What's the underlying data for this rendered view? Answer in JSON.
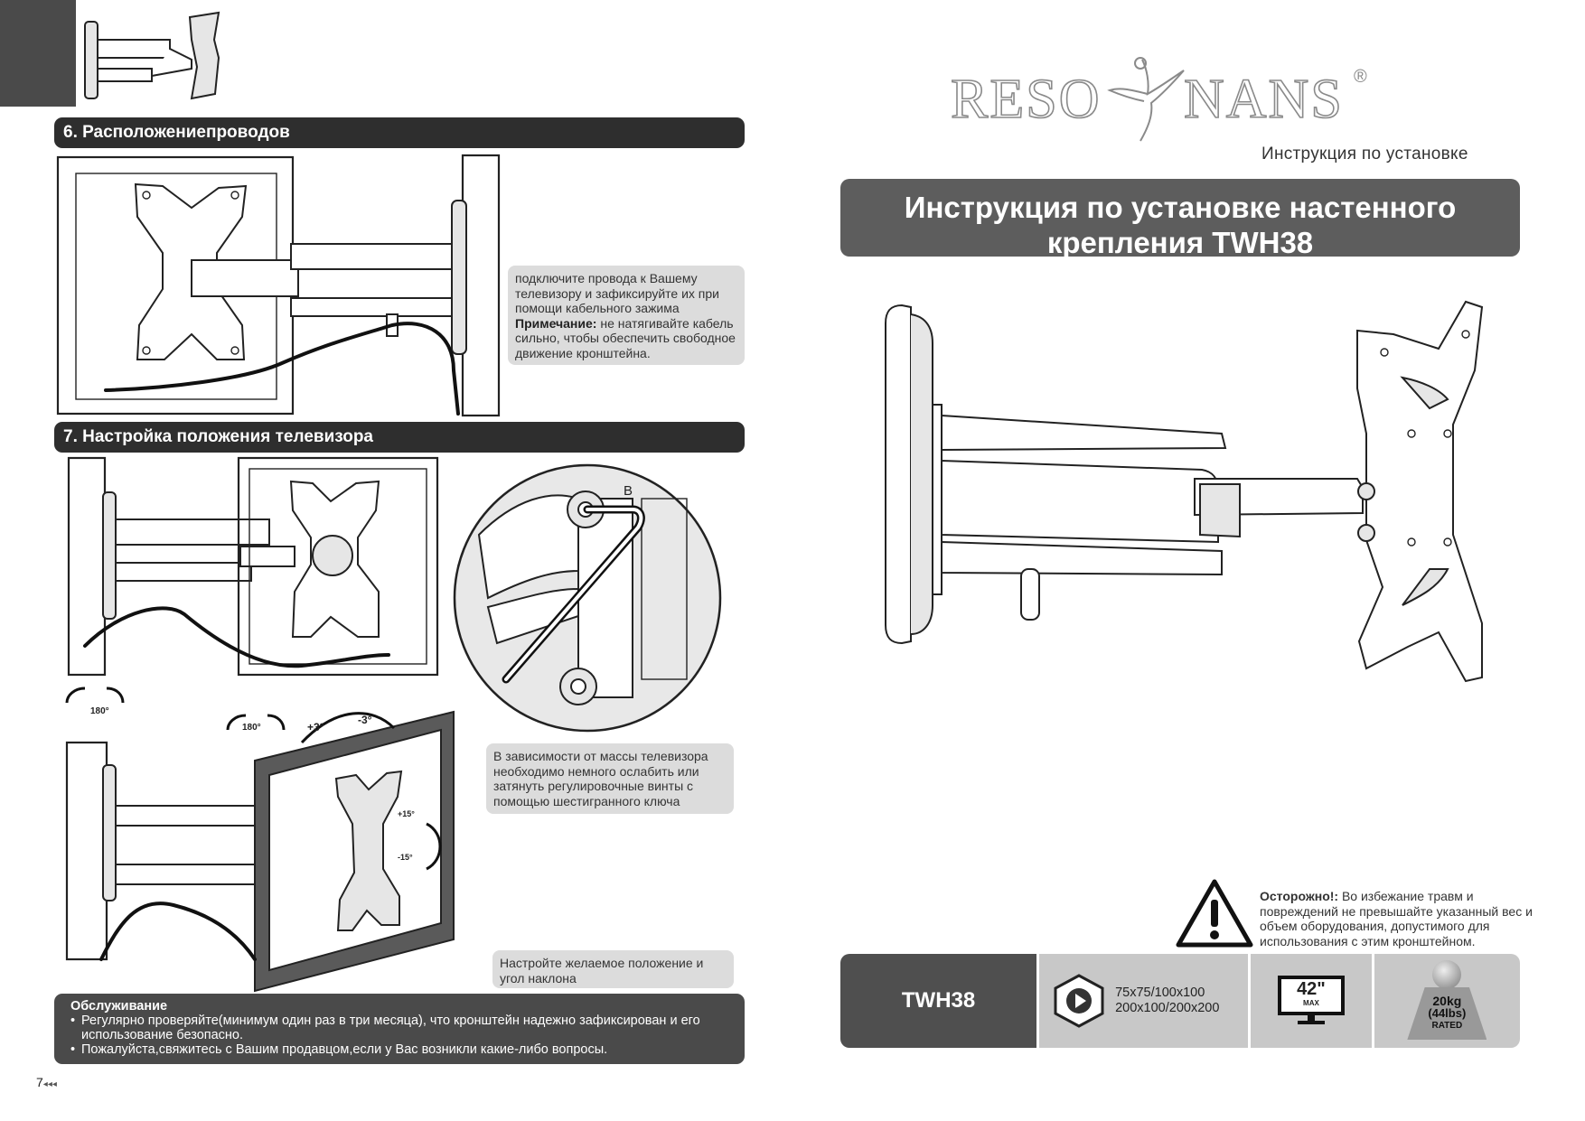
{
  "left_page": {
    "section6": {
      "title": "6. Расположениепроводов"
    },
    "note_cables": {
      "text": "подключите провода к Вашему телевизору и зафиксируйте их при помощи кабельного зажима",
      "note_label": "Примечание:",
      "note_text": " не натягивайте кабель сильно, чтобы обеспечить свободное движение кронштейна."
    },
    "section7": {
      "title": "7. Настройка положения телевизора"
    },
    "detail_label": "B",
    "note_screws": "В зависимости от массы телевизора необходимо немного ослабить или затянуть регулировочные винты с помощью шестигранного ключа",
    "rotation_labels": {
      "swivel1": "180°",
      "swivel2": "180°",
      "level_plus": "+3°",
      "level_minus": "-3°",
      "tilt_plus": "+15°",
      "tilt_minus": "-15°"
    },
    "note_position": "Настройте желаемое положение и угол наклона",
    "maintenance": {
      "title": "Обслуживание",
      "items": [
        "Регулярно проверяйте(минимум один раз в  три месяца), что кронштейн надежно зафиксирован и его использование безопасно.",
        "Пожалуйста,свяжитесь с Вашим продавцом,если у Вас возникли какие-либо вопросы."
      ]
    },
    "page_number": "7"
  },
  "right_page": {
    "brand": {
      "left": "RESO",
      "right": "NANS",
      "reg": "®"
    },
    "subtitle": "Инструкция по установке",
    "title_line1": "Инструкция по установке настенного",
    "title_line2": "крепления TWH38",
    "warning": {
      "label": "Осторожно!:",
      "text": " Во избежание травм и повреждений не превышайте указанный вес и объем оборудования, допустимого для использования с этим кронштейном."
    },
    "specs": {
      "model": "TWH38",
      "vesa_line1": "75x75/100x100",
      "vesa_line2": "200x100/200x200",
      "screen_size": "42\"",
      "screen_max": "MAX",
      "weight_kg": "20kg",
      "weight_lbs": "(44lbs)",
      "weight_rated": "RATED"
    }
  },
  "colors": {
    "dark_bar": "#2e2e2e",
    "title_box": "#5d5d5d",
    "note_bg": "#dcdcdc",
    "spec_light": "#c8c8c8"
  }
}
